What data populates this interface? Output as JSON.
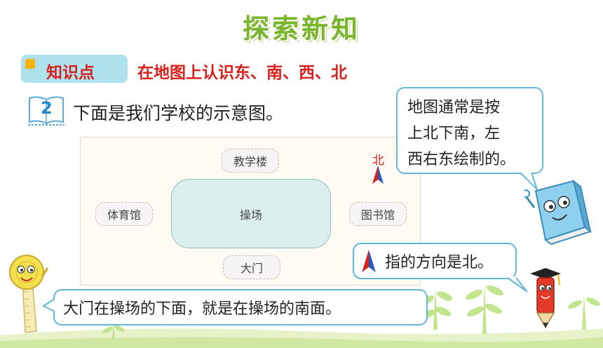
{
  "slide": {
    "title": "探索新知",
    "knowledge": {
      "label": "知识点",
      "topic": "在地图上认识东、南、西、北"
    },
    "question": {
      "number": "2",
      "text": "下面是我们学校的示意图。"
    }
  },
  "map": {
    "north_label": "北",
    "buildings": {
      "teaching": "教学楼",
      "gym": "体育馆",
      "playground": "操场",
      "library": "图书馆",
      "gate": "大门"
    }
  },
  "bubbles": {
    "map_rule_lines": [
      "地图通常是按",
      "上北下南，左",
      "西右东绘制的。"
    ],
    "arrow_note": "指的方向是北。",
    "gate_note": "大门在操场的下面，就是在操场的南面。"
  },
  "colors": {
    "title_green": "#7ab52e",
    "accent_red": "#d9201c",
    "bubble_border": "#62b8d6",
    "pill_blue": "#aee3ee",
    "north_arrow_red": "#d9201c",
    "north_arrow_blue": "#2a57b8"
  }
}
